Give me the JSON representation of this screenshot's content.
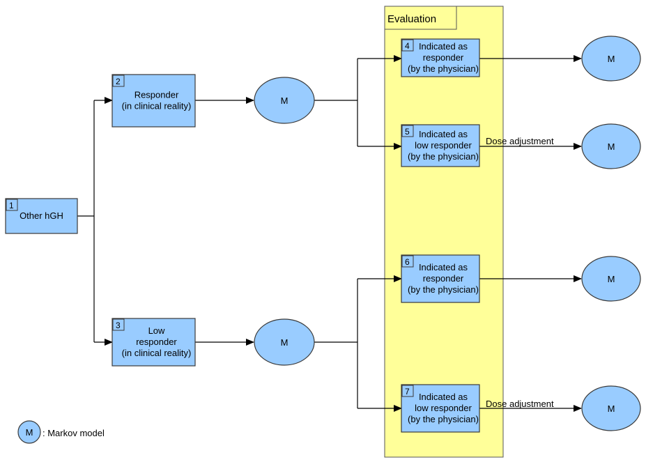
{
  "colors": {
    "node_fill": "#99ccff",
    "node_stroke": "#3a3a3a",
    "evaluation_fill": "#ffff99",
    "line": "#000000",
    "background": "#ffffff"
  },
  "evaluation": {
    "title": "Evaluation"
  },
  "nodes": [
    {
      "id": "1",
      "number": "1",
      "lines": [
        "Other hGH"
      ]
    },
    {
      "id": "2",
      "number": "2",
      "lines": [
        "Responder",
        "(in clinical reality)"
      ]
    },
    {
      "id": "3",
      "number": "3",
      "lines": [
        "Low",
        "responder",
        "(in clinical reality)"
      ]
    },
    {
      "id": "4",
      "number": "4",
      "lines": [
        "Indicated as",
        "responder",
        "(by the physician)"
      ]
    },
    {
      "id": "5",
      "number": "5",
      "lines": [
        "Indicated as",
        "low responder",
        "(by the physician)"
      ]
    },
    {
      "id": "6",
      "number": "6",
      "lines": [
        "Indicated as",
        "responder",
        "(by the physician)"
      ]
    },
    {
      "id": "7",
      "number": "7",
      "lines": [
        "Indicated as",
        "low responder",
        "(by the physician)"
      ]
    }
  ],
  "markov_nodes": [
    {
      "id": "m-2",
      "label": "M"
    },
    {
      "id": "m-3",
      "label": "M"
    },
    {
      "id": "m-4",
      "label": "M"
    },
    {
      "id": "m-5",
      "label": "M"
    },
    {
      "id": "m-6",
      "label": "M"
    },
    {
      "id": "m-7",
      "label": "M"
    }
  ],
  "edge_labels": {
    "dose_adjustment_5": "Dose adjustment",
    "dose_adjustment_7": "Dose adjustment"
  },
  "legend": {
    "symbol": "M",
    "text": ": Markov model"
  }
}
